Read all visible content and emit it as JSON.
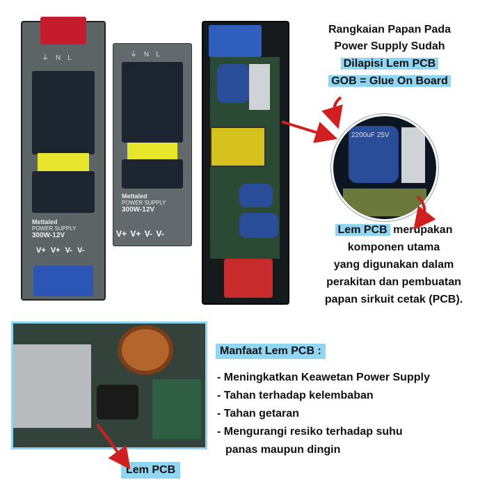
{
  "headline": {
    "line1": "Rangkaian Papan Pada",
    "line2": "Power Supply Sudah",
    "line3": "Dilapisi Lem PCB",
    "line4": "GOB = Glue On Board"
  },
  "description": {
    "highlight": "Lem PCB",
    "line1_rest": " merupakan",
    "line2": "komponen utama",
    "line3": "yang digunakan dalam",
    "line4": "perakitan dan pembuatan",
    "line5": "papan sirkuit cetak (PCB)."
  },
  "benefits": {
    "title": "Manfaat Lem PCB :",
    "items": [
      "- Meningkatkan Keawetan Power Supply",
      "- Tahan terhadap kelembaban",
      "- Tahan getaran",
      "- Mengurangi resiko terhadap suhu"
    ],
    "item4_cont": "panas maupun dingin"
  },
  "bottom_label": "Lem PCB",
  "product": {
    "brand": "Mettaled",
    "type": "POWER SUPPLY",
    "model": "300W-12V",
    "terminals": [
      "V+",
      "V+",
      "V-",
      "V-"
    ],
    "top_terminals": [
      "⏚",
      "N",
      "L"
    ],
    "cap_label": "2200uF 25V"
  },
  "colors": {
    "highlight": "#8fd6f2",
    "arrow": "#d11f1f",
    "case": "#5d6466"
  }
}
